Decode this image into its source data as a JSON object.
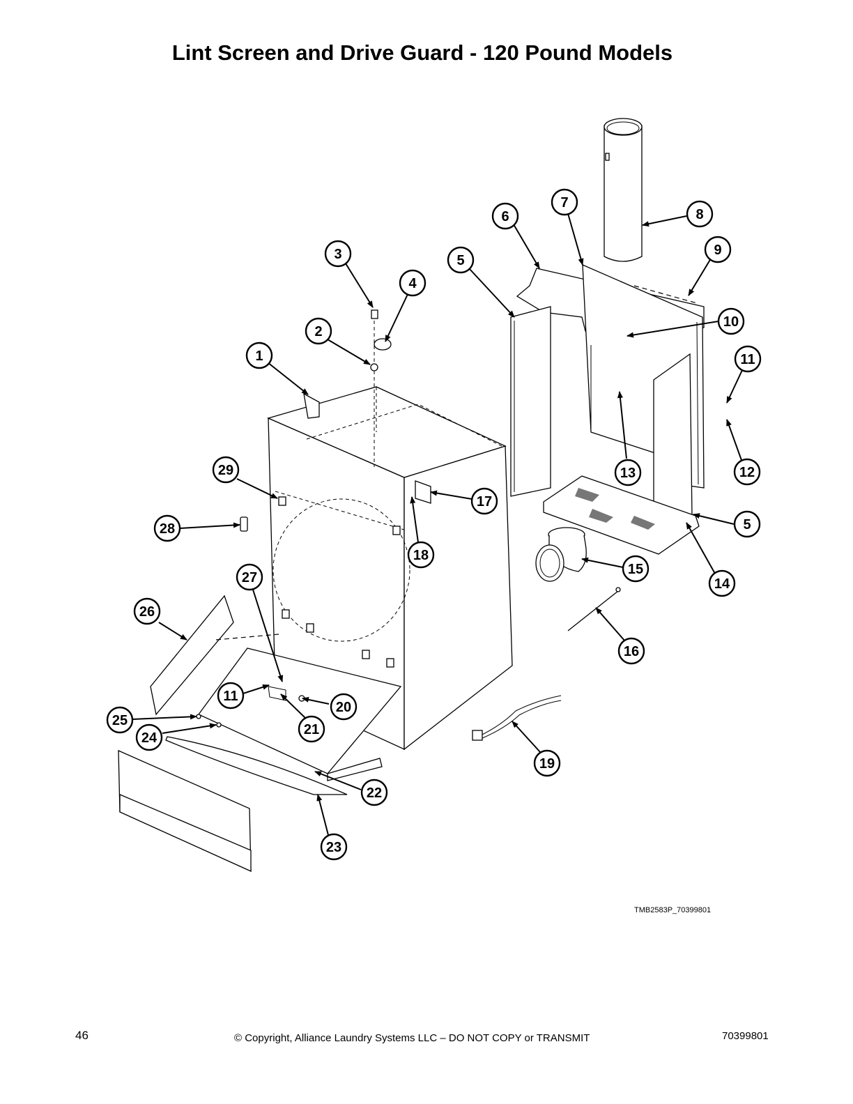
{
  "title": "Lint Screen and Drive Guard - 120 Pound Models",
  "image_ref": "TMB2583P_70399801",
  "footer": {
    "page_number": "46",
    "copyright": "© Copyright, Alliance Laundry Systems LLC – DO NOT COPY or TRANSMIT",
    "document_number": "70399801"
  },
  "callouts": [
    "1",
    "2",
    "3",
    "4",
    "5",
    "5",
    "6",
    "7",
    "8",
    "9",
    "10",
    "11",
    "11",
    "12",
    "13",
    "14",
    "15",
    "16",
    "17",
    "18",
    "19",
    "20",
    "21",
    "22",
    "23",
    "24",
    "25",
    "26",
    "27",
    "28",
    "29"
  ]
}
